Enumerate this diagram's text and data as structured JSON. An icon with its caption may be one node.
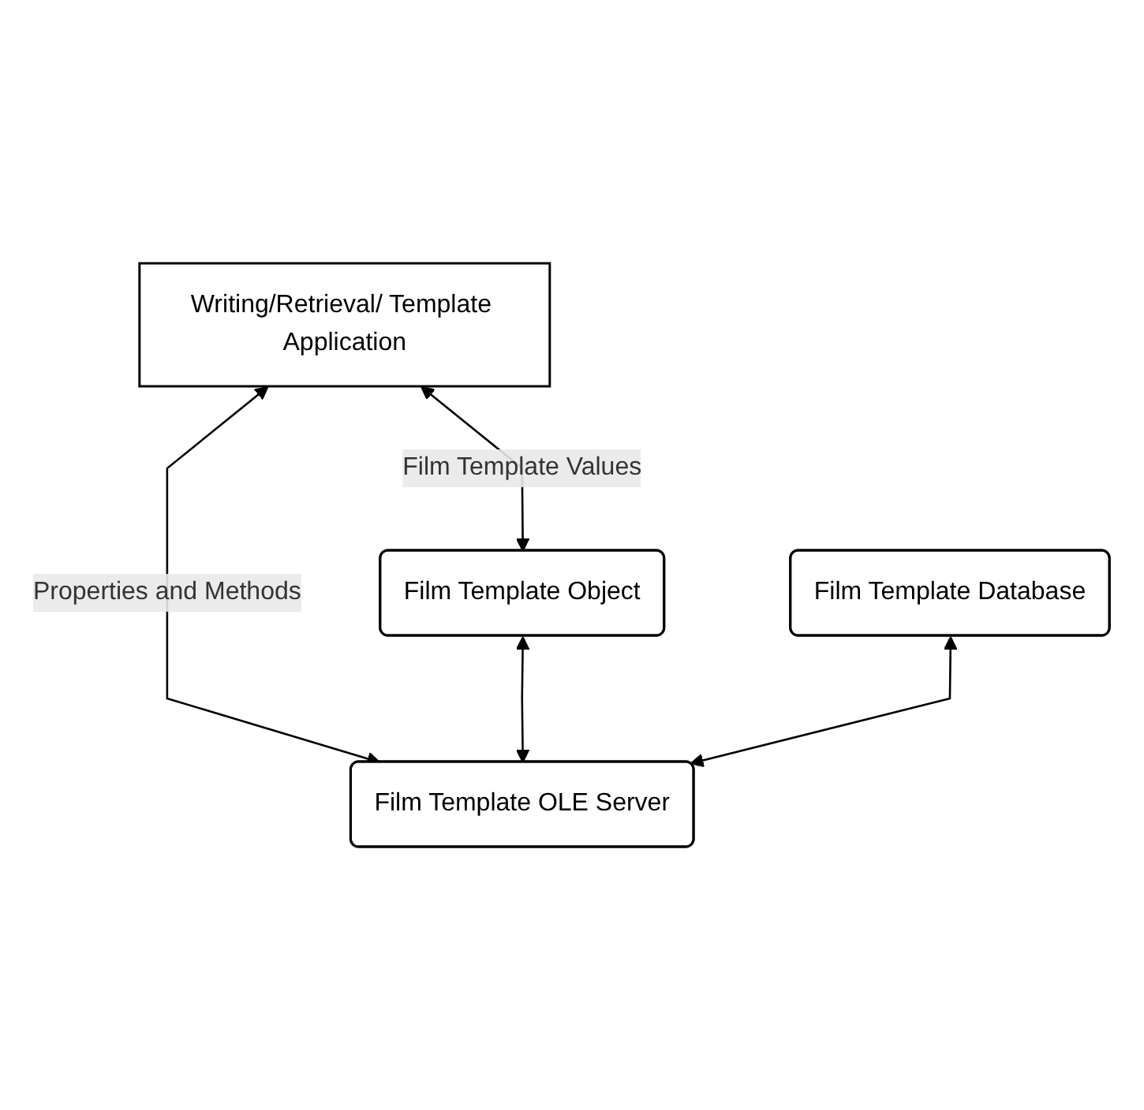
{
  "diagram": {
    "nodes": [
      {
        "text": [
          "Writing/Retrieval/ Template Application"
        ]
      },
      {
        "text": [
          "Film Template OLE Server"
        ]
      },
      {
        "text": [
          "Film Template Object"
        ]
      },
      {
        "text": [
          "Film Template Database"
        ]
      }
    ],
    "edges": [
      {
        "from": 0,
        "to": 1,
        "arrow": "both",
        "label": "Properties and Methods"
      },
      {
        "from": 0,
        "to": 2,
        "arrow": "both",
        "label": "Film Template Values"
      },
      {
        "from": 2,
        "to": 1,
        "arrow": "both"
      },
      {
        "from": 3,
        "to": 1,
        "arrow": "both"
      }
    ]
  }
}
